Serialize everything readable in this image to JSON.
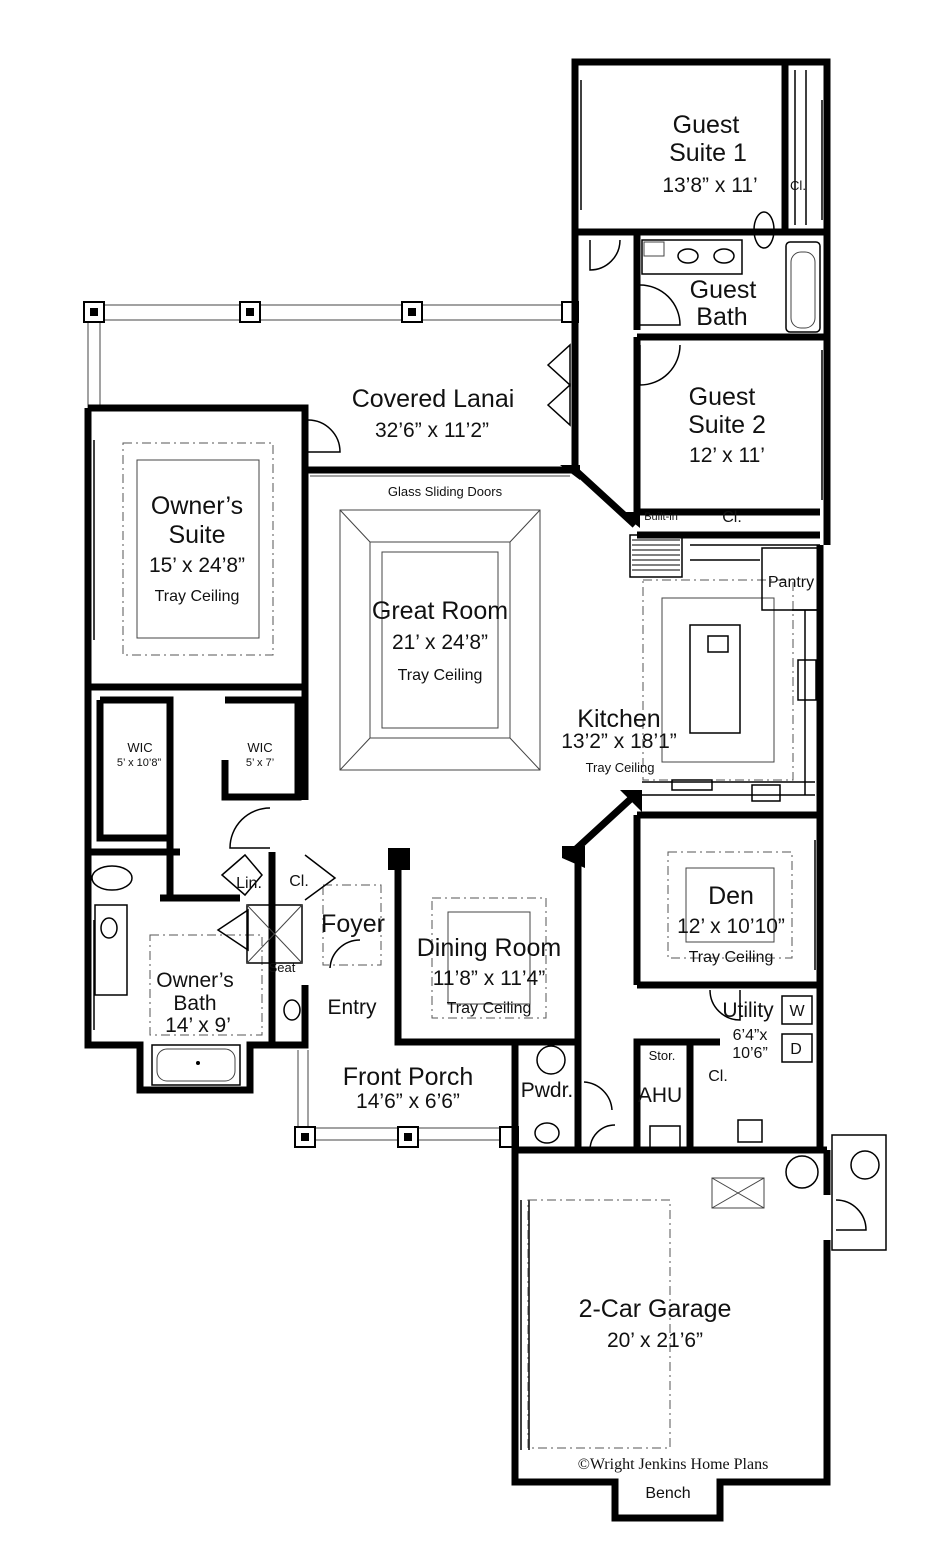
{
  "rooms": {
    "guest_suite_1": {
      "name_line1": "Guest",
      "name_line2": "Suite 1",
      "dims": "13’8” x 11’"
    },
    "guest_bath": {
      "name_line1": "Guest",
      "name_line2": "Bath"
    },
    "guest_suite_2": {
      "name_line1": "Guest",
      "name_line2": "Suite 2",
      "dims": "12’ x 11’"
    },
    "covered_lanai": {
      "name": "Covered Lanai",
      "dims": "32’6”  x 11’2”"
    },
    "owners_suite": {
      "name_line1": "Owner’s",
      "name_line2": "Suite",
      "dims": "15’ x 24’8”",
      "note": "Tray Ceiling"
    },
    "great_room": {
      "name": "Great Room",
      "dims": "21’ x 24’8”",
      "note": "Tray Ceiling"
    },
    "kitchen": {
      "name": "Kitchen",
      "dims": "13’2” x 18’1”",
      "note": "Tray Ceiling"
    },
    "wic_left": {
      "name": "WIC",
      "dims": "5’ x 10’8”"
    },
    "wic_right": {
      "name": "WIC",
      "dims": "5’ x 7’"
    },
    "den": {
      "name": "Den",
      "dims": "12’ x 10’10”",
      "note": "Tray Ceiling"
    },
    "foyer": {
      "name": "Foyer"
    },
    "dining_room": {
      "name": "Dining Room",
      "dims": "11’8” x 11’4”",
      "note": "Tray Ceiling"
    },
    "owners_bath": {
      "name_line1": "Owner’s",
      "name_line2": "Bath",
      "dims": "14’ x 9’"
    },
    "entry": {
      "name": "Entry"
    },
    "utility": {
      "name": "Utility",
      "dims_line1": "6’4”x",
      "dims_line2": "10’6”"
    },
    "front_porch": {
      "name": "Front Porch",
      "dims": "14’6” x 6’6”"
    },
    "powder": {
      "name": "Pwdr."
    },
    "ahu": {
      "name": "AHU"
    },
    "storage": {
      "name": "Stor."
    },
    "garage": {
      "name": "2-Car Garage",
      "dims": "20’ x 21’6”"
    }
  },
  "labels": {
    "glass_doors": "Glass Sliding Doors",
    "closet_guest1": "Cl.",
    "closet_guest2": "Cl.",
    "built_in": "Built-in",
    "pantry": "Pantry",
    "linen": "Lin.",
    "closet_hall": "Cl.",
    "seat": "Seat",
    "washer": "W",
    "dryer": "D",
    "closet_utility": "Cl.",
    "bench": "Bench"
  },
  "copyright": "©Wright Jenkins Home Plans"
}
